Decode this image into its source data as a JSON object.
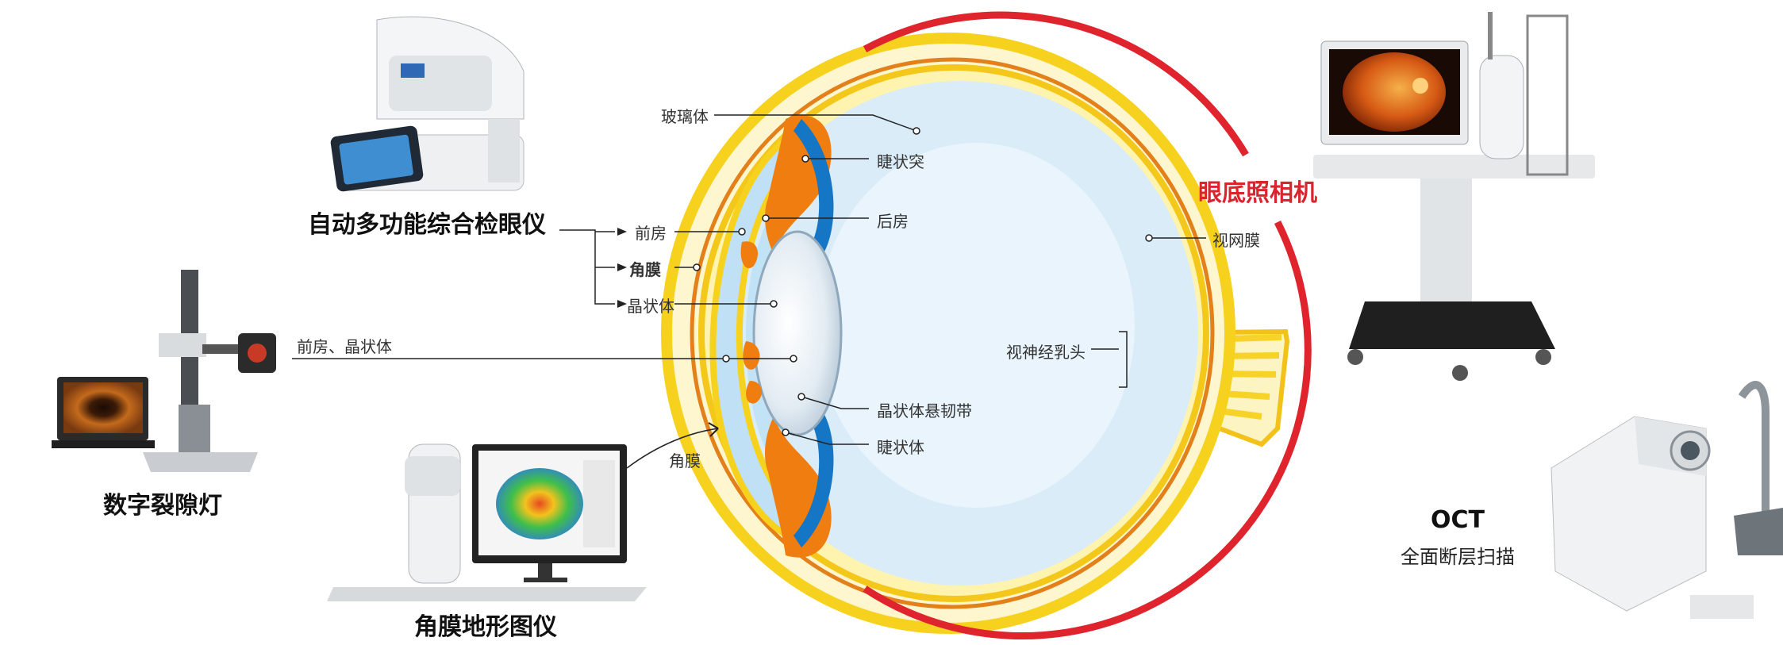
{
  "colors": {
    "accent_red": "#e0242e",
    "sclera_yellow": "#f8d21c",
    "ciliary_orange": "#ef7d0f",
    "vitreous_blue": "#d8ecf8",
    "chamber_blue": "#1476c4"
  },
  "devices": {
    "multifunction": {
      "title": "自动多功能综合检眼仪"
    },
    "slitlamp": {
      "title": "数字裂隙灯"
    },
    "topographer": {
      "title": "角膜地形图仪"
    },
    "fundus_camera": {
      "title": "眼底照相机"
    },
    "oct": {
      "title": "OCT",
      "subtitle": "全面断层扫描"
    }
  },
  "labels": {
    "vitreous": "玻璃体",
    "ciliary_process": "睫状突",
    "posterior_chamber": "后房",
    "retina": "视网膜",
    "anterior_chamber": "前房",
    "cornea": "角膜",
    "lens": "晶状体",
    "anterior_chamber_lens": "前房、晶状体",
    "optic_disc": "视神经乳头",
    "zonules": "晶状体悬韧带",
    "ciliary_body": "睫状体",
    "cornea_arrow": "角膜"
  }
}
